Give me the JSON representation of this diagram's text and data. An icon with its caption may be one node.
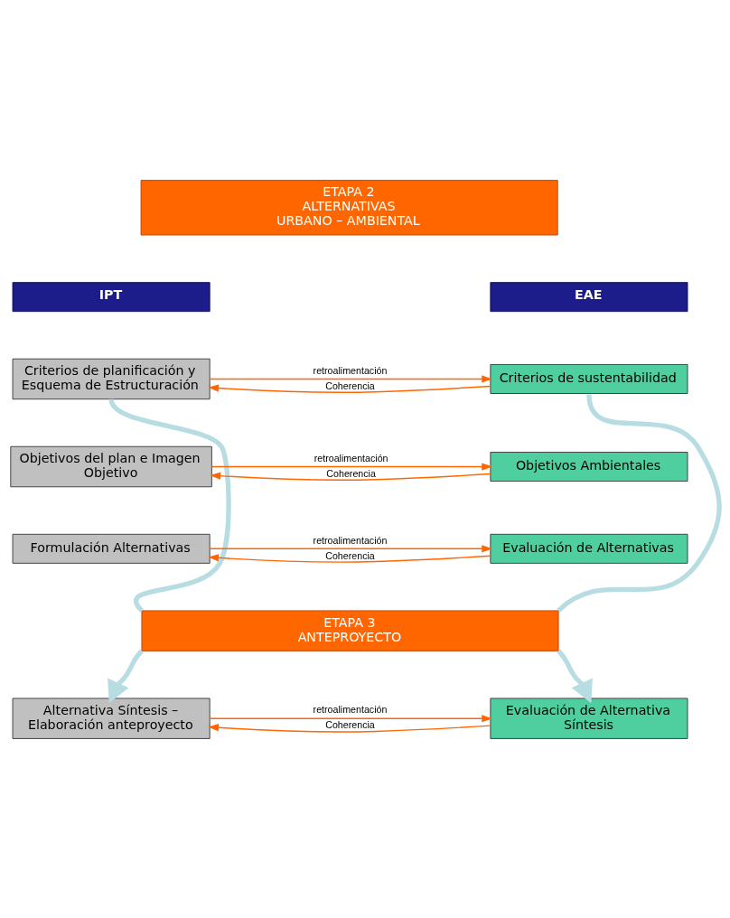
{
  "diagram": {
    "nodes": [
      {
        "text": [
          "ETAPA 2",
          "ALTERNATIVAS",
          "URBANO – AMBIENTAL"
        ]
      },
      {
        "text": [
          "IPT"
        ]
      },
      {
        "text": [
          "EAE"
        ]
      },
      {
        "text": [
          "Criterios de planificación y Esquema de Estructuración"
        ]
      },
      {
        "text": [
          "Criterios de sustentabilidad"
        ]
      },
      {
        "text": [
          "Objetivos del plan e Imagen Objetivo"
        ]
      },
      {
        "text": [
          "Objetivos Ambientales"
        ]
      },
      {
        "text": [
          "Formulación Alternativas"
        ]
      },
      {
        "text": [
          "Evaluación de Alternativas"
        ]
      },
      {
        "text": [
          "ETAPA 3",
          "ANTEPROYECTO"
        ]
      },
      {
        "text": [
          "Alternativa Síntesis – Elaboración anteproyecto"
        ]
      },
      {
        "text": [
          "Evaluación de Alternativa Síntesis"
        ]
      }
    ],
    "edges": [
      {
        "from": 4,
        "to": 3,
        "arrow": "to",
        "label": "Coherencia"
      },
      {
        "from": 3,
        "to": 4,
        "arrow": "to",
        "label": "retroalimentación"
      },
      {
        "from": 6,
        "to": 5,
        "arrow": "to",
        "label": "Coherencia"
      },
      {
        "from": 5,
        "to": 6,
        "arrow": "to",
        "label": "retroalimentación"
      },
      {
        "from": 8,
        "to": 7,
        "arrow": "to",
        "label": "Coherencia"
      },
      {
        "from": 7,
        "to": 8,
        "arrow": "to",
        "label": "retroalimentación"
      },
      {
        "from": 3,
        "to": 9,
        "arrow": "none",
        "style": "thick",
        "color": "#b7dde3"
      },
      {
        "from": 4,
        "to": 9,
        "arrow": "none",
        "style": "thick",
        "color": "#b7dde3"
      },
      {
        "from": 9,
        "to": 10,
        "arrow": "to",
        "style": "thick",
        "color": "#b7dde3"
      },
      {
        "from": 9,
        "to": 11,
        "arrow": "to",
        "style": "thick",
        "color": "#b7dde3"
      },
      {
        "from": 11,
        "to": 10,
        "arrow": "to",
        "label": "Coherencia"
      },
      {
        "from": 10,
        "to": 11,
        "arrow": "to",
        "label": "retroalimentación"
      }
    ]
  }
}
